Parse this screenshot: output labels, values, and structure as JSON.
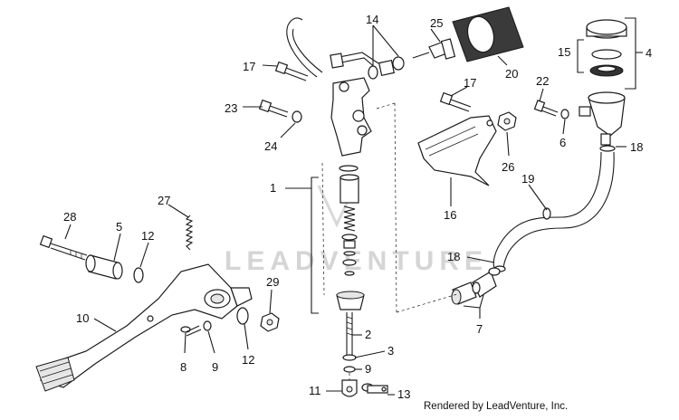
{
  "callouts": [
    "1",
    "2",
    "3",
    "4",
    "5",
    "6",
    "7",
    "8",
    "9",
    "9",
    "10",
    "11",
    "12",
    "12",
    "13",
    "14",
    "15",
    "16",
    "17",
    "17",
    "18",
    "18",
    "19",
    "20",
    "22",
    "23",
    "24",
    "25",
    "26",
    "27",
    "28",
    "29"
  ],
  "watermark": "LEADVENTURE",
  "credit": "Rendered by LeadVenture, Inc."
}
